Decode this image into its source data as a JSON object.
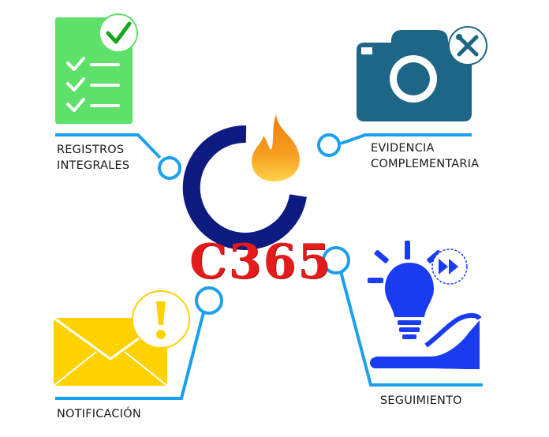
{
  "brand": {
    "name": "C365"
  },
  "nodes": {
    "registros": {
      "line1": "REGISTROS",
      "line2": "INTEGRALES"
    },
    "evidencia": {
      "line1": "EVIDENCIA",
      "line2": "COMPLEMENTARIA"
    },
    "notificacion": {
      "label": "NOTIFICACIÓN"
    },
    "seguimiento": {
      "label": "SEGUIMIENTO"
    }
  },
  "colors": {
    "connector": "#1b9ff0",
    "checklist": "#5fe06a",
    "camera": "#1e6685",
    "envelope": "#ffd200",
    "bulb": "#1a3cf0",
    "brand_red": "#e31b1b",
    "logo_ring": "#0d1a80"
  },
  "icons": [
    "checklist-icon",
    "checkmark-badge-icon",
    "camera-icon",
    "tools-badge-icon",
    "envelope-icon",
    "warning-badge-icon",
    "lightbulb-hand-icon",
    "fast-forward-badge-icon",
    "flame-icon"
  ]
}
